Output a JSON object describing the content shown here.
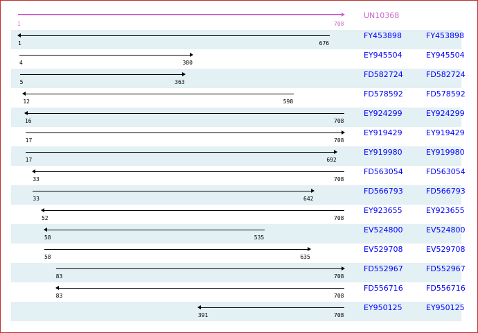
{
  "reference": {
    "name": "UN10368",
    "start": 1,
    "end": 708,
    "color": "#cc66cc"
  },
  "sequence_length": 708,
  "alignments": [
    {
      "name": "FY453898",
      "link": "FY453898",
      "start": 1,
      "end": 676,
      "direction": "left"
    },
    {
      "name": "EY945504",
      "link": "EY945504",
      "start": 4,
      "end": 380,
      "direction": "right"
    },
    {
      "name": "FD582724",
      "link": "FD582724",
      "start": 5,
      "end": 363,
      "direction": "right"
    },
    {
      "name": "FD578592",
      "link": "FD578592",
      "start": 12,
      "end": 598,
      "direction": "left"
    },
    {
      "name": "EY924299",
      "link": "EY924299",
      "start": 16,
      "end": 708,
      "direction": "left"
    },
    {
      "name": "EY919429",
      "link": "EY919429",
      "start": 17,
      "end": 708,
      "direction": "right"
    },
    {
      "name": "EY919980",
      "link": "EY919980",
      "start": 17,
      "end": 692,
      "direction": "right"
    },
    {
      "name": "FD563054",
      "link": "FD563054",
      "start": 33,
      "end": 708,
      "direction": "left"
    },
    {
      "name": "FD566793",
      "link": "FD566793",
      "start": 33,
      "end": 642,
      "direction": "right"
    },
    {
      "name": "EY923655",
      "link": "EY923655",
      "start": 52,
      "end": 708,
      "direction": "left"
    },
    {
      "name": "EV524800",
      "link": "EV524800",
      "start": 58,
      "end": 535,
      "direction": "left"
    },
    {
      "name": "EV529708",
      "link": "EV529708",
      "start": 58,
      "end": 635,
      "direction": "right"
    },
    {
      "name": "FD552967",
      "link": "FD552967",
      "start": 83,
      "end": 708,
      "direction": "right"
    },
    {
      "name": "FD556716",
      "link": "FD556716",
      "start": 83,
      "end": 708,
      "direction": "left"
    },
    {
      "name": "EY950125",
      "link": "EY950125",
      "start": 391,
      "end": 708,
      "direction": "left"
    }
  ]
}
